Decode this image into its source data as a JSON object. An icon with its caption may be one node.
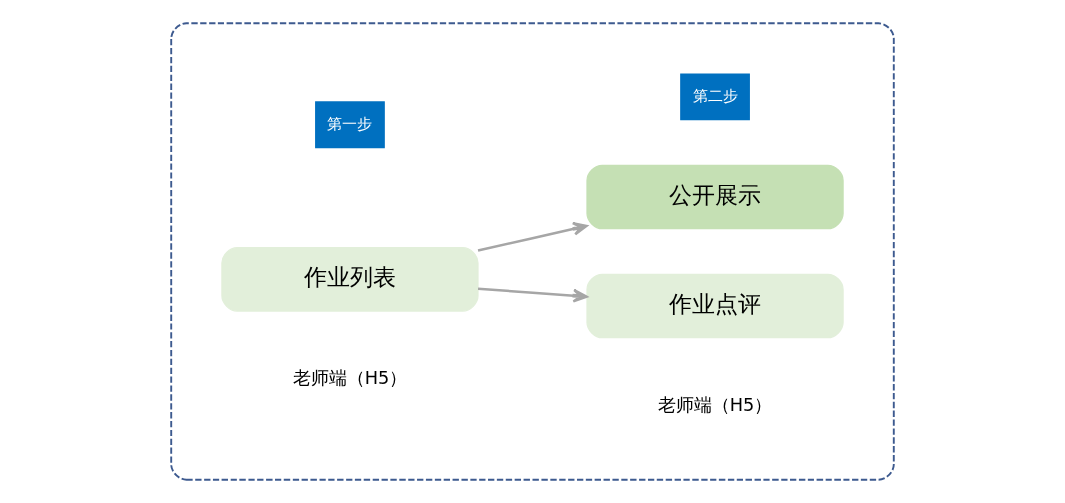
{
  "diagram": {
    "nodes": [
      {
        "text": [],
        "shape": "box"
      },
      {
        "text": [
          "第一步"
        ],
        "in": 0
      },
      {
        "text": [
          "第二步"
        ],
        "in": 0
      },
      {
        "text": [
          "作业列表"
        ],
        "in": 0
      },
      {
        "text": [
          "作业点评"
        ],
        "in": 0
      },
      {
        "text": [
          "公开展示"
        ],
        "in": 0
      }
    ],
    "edges": [
      {
        "from": 3,
        "to": 4,
        "arrow": "to"
      },
      {
        "from": 3,
        "to": 5,
        "arrow": "to"
      }
    ],
    "labels": [
      "老师端（H5）",
      "老师端（H5）"
    ]
  }
}
